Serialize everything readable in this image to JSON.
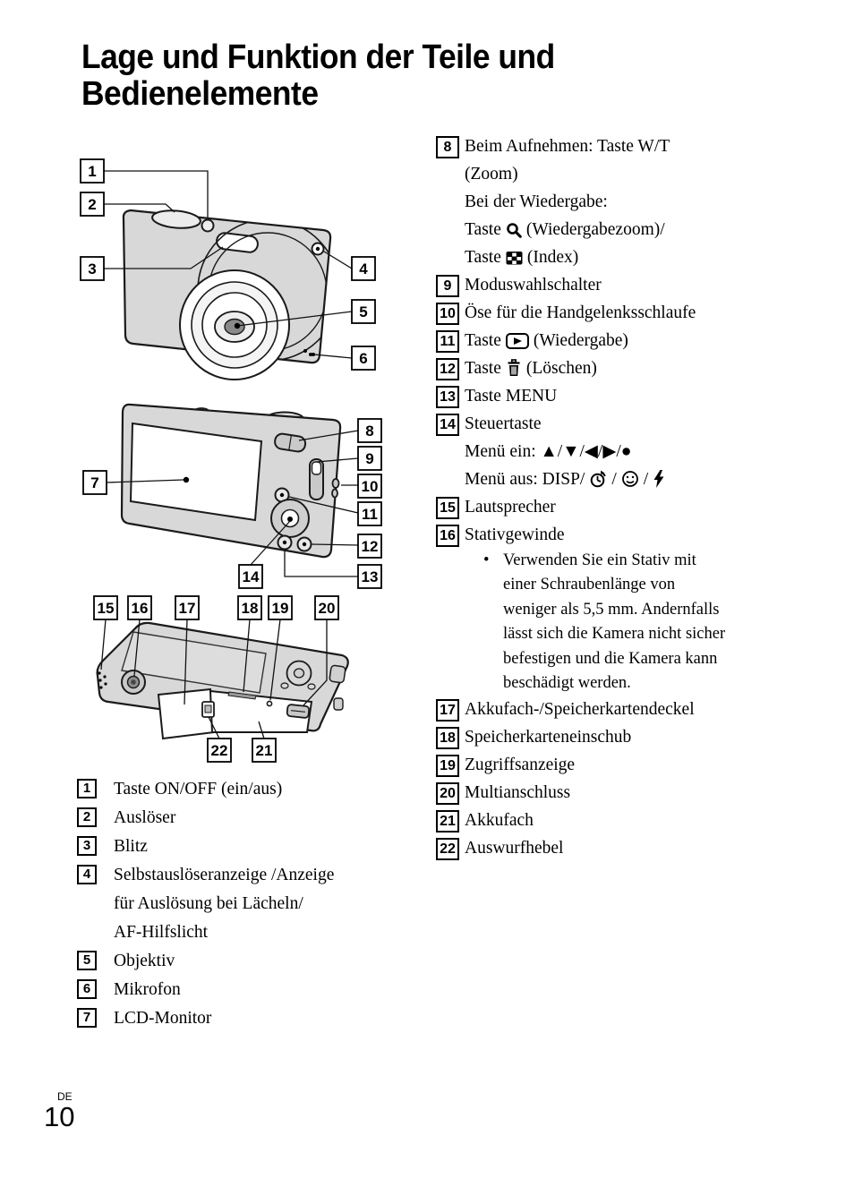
{
  "title": {
    "line1": "Lage und Funktion der Teile und",
    "line2": "Bedienelemente"
  },
  "callouts": {
    "n1": "1",
    "n2": "2",
    "n3": "3",
    "n4": "4",
    "n5": "5",
    "n6": "6",
    "n7": "7",
    "n8": "8",
    "n9": "9",
    "n10": "10",
    "n11": "11",
    "n12": "12",
    "n13": "13",
    "n14": "14",
    "n15": "15",
    "n16": "16",
    "n17": "17",
    "n18": "18",
    "n19": "19",
    "n20": "20",
    "n21": "21",
    "n22": "22"
  },
  "parts_left": {
    "p1": {
      "num": "1",
      "text": "Taste ON/OFF (ein/aus)"
    },
    "p2": {
      "num": "2",
      "text": "Auslöser"
    },
    "p3": {
      "num": "3",
      "text": "Blitz"
    },
    "p4": {
      "num": "4",
      "line1": "Selbstauslöseranzeige /Anzeige",
      "line2": "für Auslösung bei Lächeln/",
      "line3": "AF-Hilfslicht"
    },
    "p5": {
      "num": "5",
      "text": "Objektiv"
    },
    "p6": {
      "num": "6",
      "text": "Mikrofon"
    },
    "p7": {
      "num": "7",
      "text": "LCD-Monitor"
    }
  },
  "parts_right": {
    "p8": {
      "num": "8",
      "line1": "Beim Aufnehmen: Taste W/T",
      "line2": "(Zoom)",
      "line3": "Bei der Wiedergabe:",
      "line4_pre": "Taste",
      "line4_post": "(Wiedergabezoom)/",
      "line5_pre": "Taste",
      "line5_post": "(Index)"
    },
    "p9": {
      "num": "9",
      "text": "Moduswahlschalter"
    },
    "p10": {
      "num": "10",
      "text": "Öse für die Handgelenksschlaufe"
    },
    "p11": {
      "num": "11",
      "pre": "Taste",
      "post": "(Wiedergabe)"
    },
    "p12": {
      "num": "12",
      "pre": "Taste",
      "post": "(Löschen)"
    },
    "p13": {
      "num": "13",
      "text": "Taste MENU"
    },
    "p14": {
      "num": "14",
      "line1": "Steuertaste",
      "line2": "Menü ein: ▲/▼/◀/▶/●",
      "line3_pre": "Menü aus: DISP/",
      "line3_sep1": "/",
      "line3_sep2": "/"
    },
    "p15": {
      "num": "15",
      "text": "Lautsprecher"
    },
    "p16": {
      "num": "16",
      "text": "Stativgewinde",
      "bullet": "•",
      "note": [
        "Verwenden Sie ein Stativ mit",
        "einer Schraubenlänge von",
        "weniger als 5,5 mm. Andernfalls",
        "lässt sich die Kamera nicht sicher",
        "befestigen und die Kamera kann",
        "beschädigt werden."
      ]
    },
    "p17": {
      "num": "17",
      "text": "Akkufach-/Speicherkartendeckel"
    },
    "p18": {
      "num": "18",
      "text": "Speicherkarteneinschub"
    },
    "p19": {
      "num": "19",
      "text": "Zugriffsanzeige"
    },
    "p20": {
      "num": "20",
      "text": "Multianschluss"
    },
    "p21": {
      "num": "21",
      "text": "Akkufach"
    },
    "p22": {
      "num": "22",
      "text": "Auswurfhebel"
    }
  },
  "icons": {
    "wiedergabezoom": "magnifier",
    "index": "checker-grid-black-square",
    "wiedergabe": "play-triangle-in-rounded-rect",
    "loeschen": "trash-can",
    "selbstausloeser": "timer-clock-with-arrow",
    "laecheln": "smiley-face",
    "blitz": "lightning-bolt"
  },
  "footer": {
    "lang": "DE",
    "page_number": "10"
  },
  "colors": {
    "page_bg": "#ffffff",
    "ink": "#000000",
    "camera_body_gray": "#d8d8d8"
  }
}
